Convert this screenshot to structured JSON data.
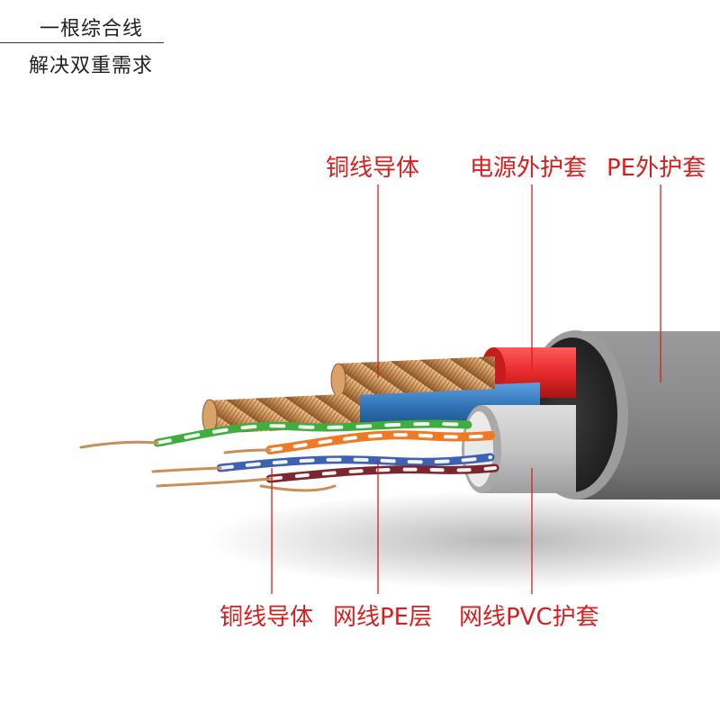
{
  "header": {
    "line1": "一根综合线",
    "line2": "解决双重需求"
  },
  "labels": {
    "top": [
      "铜线导体",
      "电源外护套",
      "PE外护套"
    ],
    "bottom": [
      "铜线导体",
      "网线PE层",
      "网线PVC护套"
    ]
  },
  "colors": {
    "label": "#d6201f",
    "leader": "#d6201f",
    "outer_sheath": "#8d8d8d",
    "power_sheath": "#e52a2a",
    "blue_insulation": "#2f73b6",
    "copper": "#c98f58",
    "pvc_sheath": "#c4c4c4"
  }
}
